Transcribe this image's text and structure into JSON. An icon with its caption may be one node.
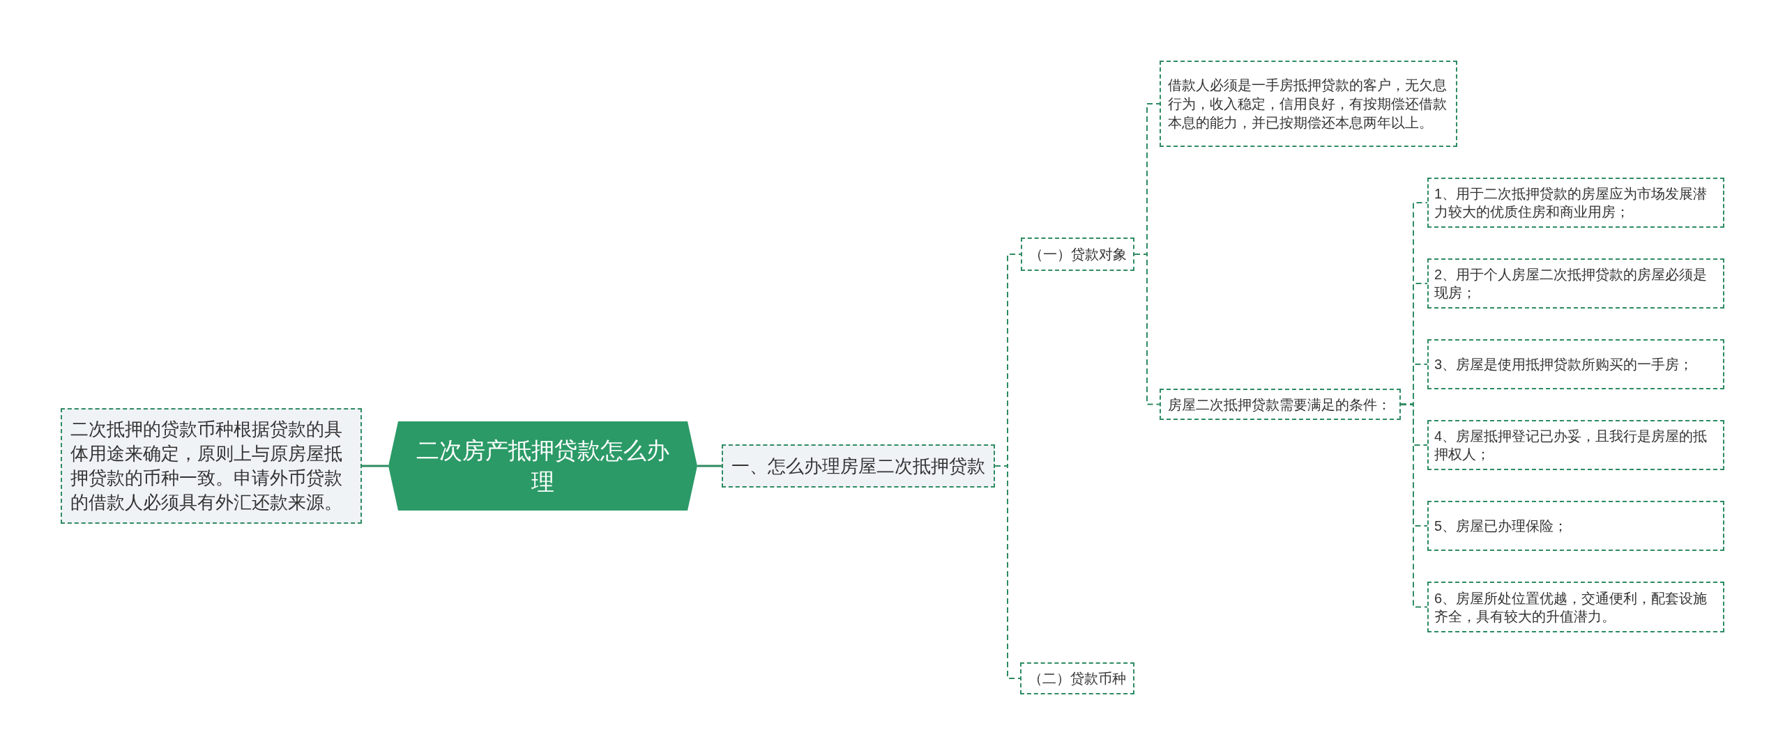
{
  "diagram": {
    "nodes": [
      {
        "text": [
          "二次房产抵押贷款怎么办理"
        ]
      },
      {
        "text": [
          "二次抵押的贷款币种根据贷款的具体用途来确定，原则上与原房屋抵押贷款的币种一致。申请外币贷款的借款人必须具有外汇还款来源。"
        ]
      },
      {
        "text": [
          "一、怎么办理房屋二次抵押贷款"
        ]
      },
      {
        "text": [
          "（一）贷款对象"
        ]
      },
      {
        "text": [
          "借款人必须是一手房抵押贷款的客户，无欠息行为，收入稳定，信用良好，有按期偿还借款本息的能力，并已按期偿还本息两年以上。"
        ]
      },
      {
        "text": [
          "房屋二次抵押贷款需要满足的条件："
        ]
      },
      {
        "text": [
          "1、用于二次抵押贷款的房屋应为市场发展潜力较大的优质住房和商业用房；"
        ]
      },
      {
        "text": [
          "2、用于个人房屋二次抵押贷款的房屋必须是现房；"
        ]
      },
      {
        "text": [
          "3、房屋是使用抵押贷款所购买的一手房；"
        ]
      },
      {
        "text": [
          "4、房屋抵押登记已办妥，且我行是房屋的抵押权人；"
        ]
      },
      {
        "text": [
          "5、房屋已办理保险；"
        ]
      },
      {
        "text": [
          "6、房屋所处位置优越，交通便利，配套设施齐全，具有较大的升值潜力。"
        ]
      },
      {
        "text": [
          "（二）贷款币种"
        ]
      }
    ],
    "edges": [
      {
        "from": 0,
        "to": 1,
        "arrow": "none"
      },
      {
        "from": 0,
        "to": 2,
        "arrow": "none"
      },
      {
        "from": 2,
        "to": 3,
        "arrow": "none",
        "style": "dashed"
      },
      {
        "from": 3,
        "to": 4,
        "arrow": "none",
        "style": "dashed"
      },
      {
        "from": 3,
        "to": 5,
        "arrow": "none",
        "style": "dashed"
      },
      {
        "from": 5,
        "to": 6,
        "arrow": "none",
        "style": "dashed"
      },
      {
        "from": 5,
        "to": 7,
        "arrow": "none",
        "style": "dashed"
      },
      {
        "from": 5,
        "to": 8,
        "arrow": "none",
        "style": "dashed"
      },
      {
        "from": 5,
        "to": 9,
        "arrow": "none",
        "style": "dashed"
      },
      {
        "from": 5,
        "to": 10,
        "arrow": "none",
        "style": "dashed"
      },
      {
        "from": 5,
        "to": 11,
        "arrow": "none",
        "style": "dashed"
      },
      {
        "from": 2,
        "to": 12,
        "arrow": "none",
        "style": "dashed"
      }
    ]
  }
}
